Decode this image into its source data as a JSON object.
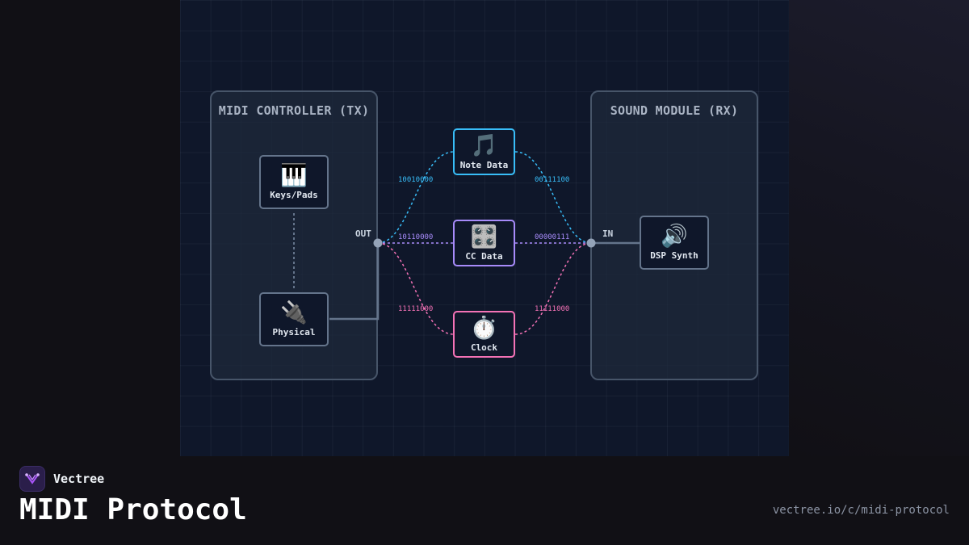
{
  "diagram": {
    "groups": {
      "tx": "MIDI CONTROLLER (TX)",
      "rx": "SOUND MODULE (RX)"
    },
    "nodes": {
      "keys": {
        "icon": "🎹",
        "icon_name": "piano-keys-icon",
        "label": "Keys/Pads"
      },
      "physical": {
        "icon": "🔌",
        "icon_name": "plug-icon",
        "label": "Physical"
      },
      "note": {
        "icon": "🎵",
        "icon_name": "music-note-icon",
        "label": "Note Data"
      },
      "cc": {
        "icon": "🎛️",
        "icon_name": "control-knobs-icon",
        "label": "CC Data"
      },
      "clock": {
        "icon": "⏱️",
        "icon_name": "stopwatch-icon",
        "label": "Clock"
      },
      "synth": {
        "icon": "🔊",
        "icon_name": "speaker-icon",
        "label": "DSP Synth"
      }
    },
    "ports": {
      "out": "OUT",
      "in": "IN"
    },
    "edges": {
      "note_in": "10010000",
      "note_out": "00111100",
      "cc_in": "10110000",
      "cc_out": "00000111",
      "clock_in": "11111000",
      "clock_out": "11111000"
    },
    "colors": {
      "note": "#38bdf8",
      "cc": "#a78bfa",
      "clock": "#f472b6",
      "wire": "#64748b",
      "port": "#94a3b8"
    }
  },
  "footer": {
    "brand": "Vectree",
    "title": "MIDI Protocol",
    "url": "vectree.io/c/midi-protocol"
  }
}
